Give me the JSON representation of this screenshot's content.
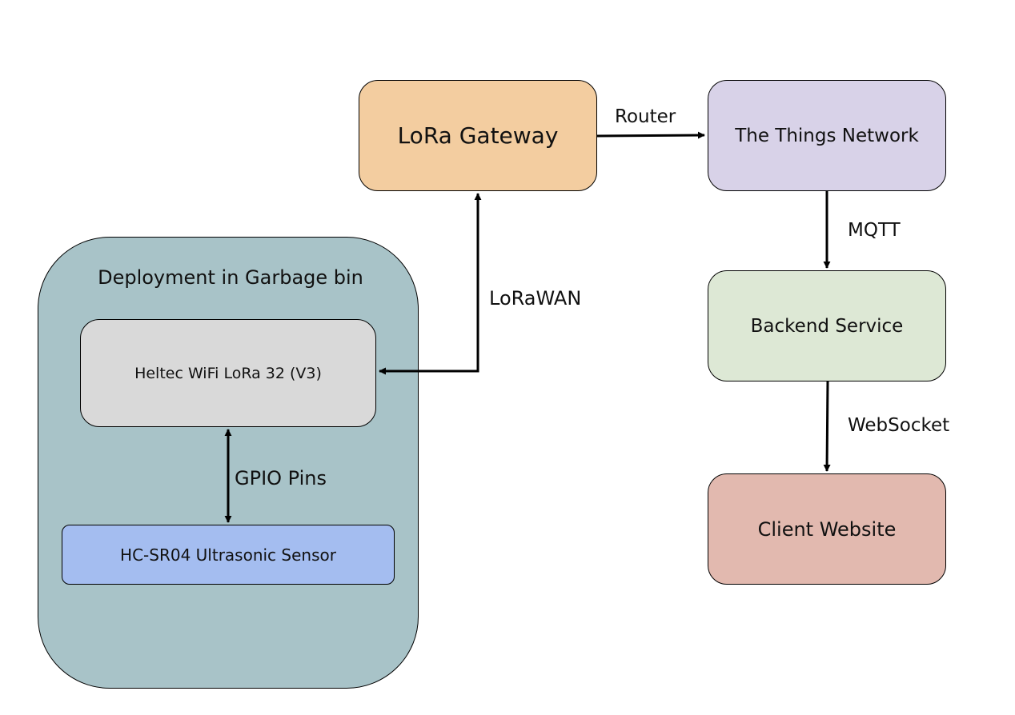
{
  "diagram": {
    "container": {
      "label": "Deployment in Garbage bin",
      "color": "#a8c3c8"
    },
    "nodes": {
      "heltec": {
        "label": "Heltec WiFi LoRa 32 (V3)",
        "color": "#d9d9d9"
      },
      "sensor": {
        "label": "HC-SR04 Ultrasonic Sensor",
        "color": "#a4bdf0"
      },
      "gateway": {
        "label": "LoRa Gateway",
        "color": "#f3cda0"
      },
      "ttn": {
        "label": "The Things Network",
        "color": "#d8d2e8"
      },
      "backend": {
        "label": "Backend Service",
        "color": "#dde8d5"
      },
      "website": {
        "label": "Client Website",
        "color": "#e2b9af"
      }
    },
    "edges": {
      "gpio": {
        "label": "GPIO Pins",
        "from": "heltec",
        "to": "sensor",
        "bidirectional": true
      },
      "lorawan": {
        "label": "LoRaWAN",
        "from": "heltec",
        "to": "gateway",
        "bidirectional": true
      },
      "router": {
        "label": "Router",
        "from": "gateway",
        "to": "ttn",
        "bidirectional": false
      },
      "mqtt": {
        "label": "MQTT",
        "from": "ttn",
        "to": "backend",
        "bidirectional": false
      },
      "websocket": {
        "label": "WebSocket",
        "from": "backend",
        "to": "website",
        "bidirectional": false
      }
    }
  }
}
